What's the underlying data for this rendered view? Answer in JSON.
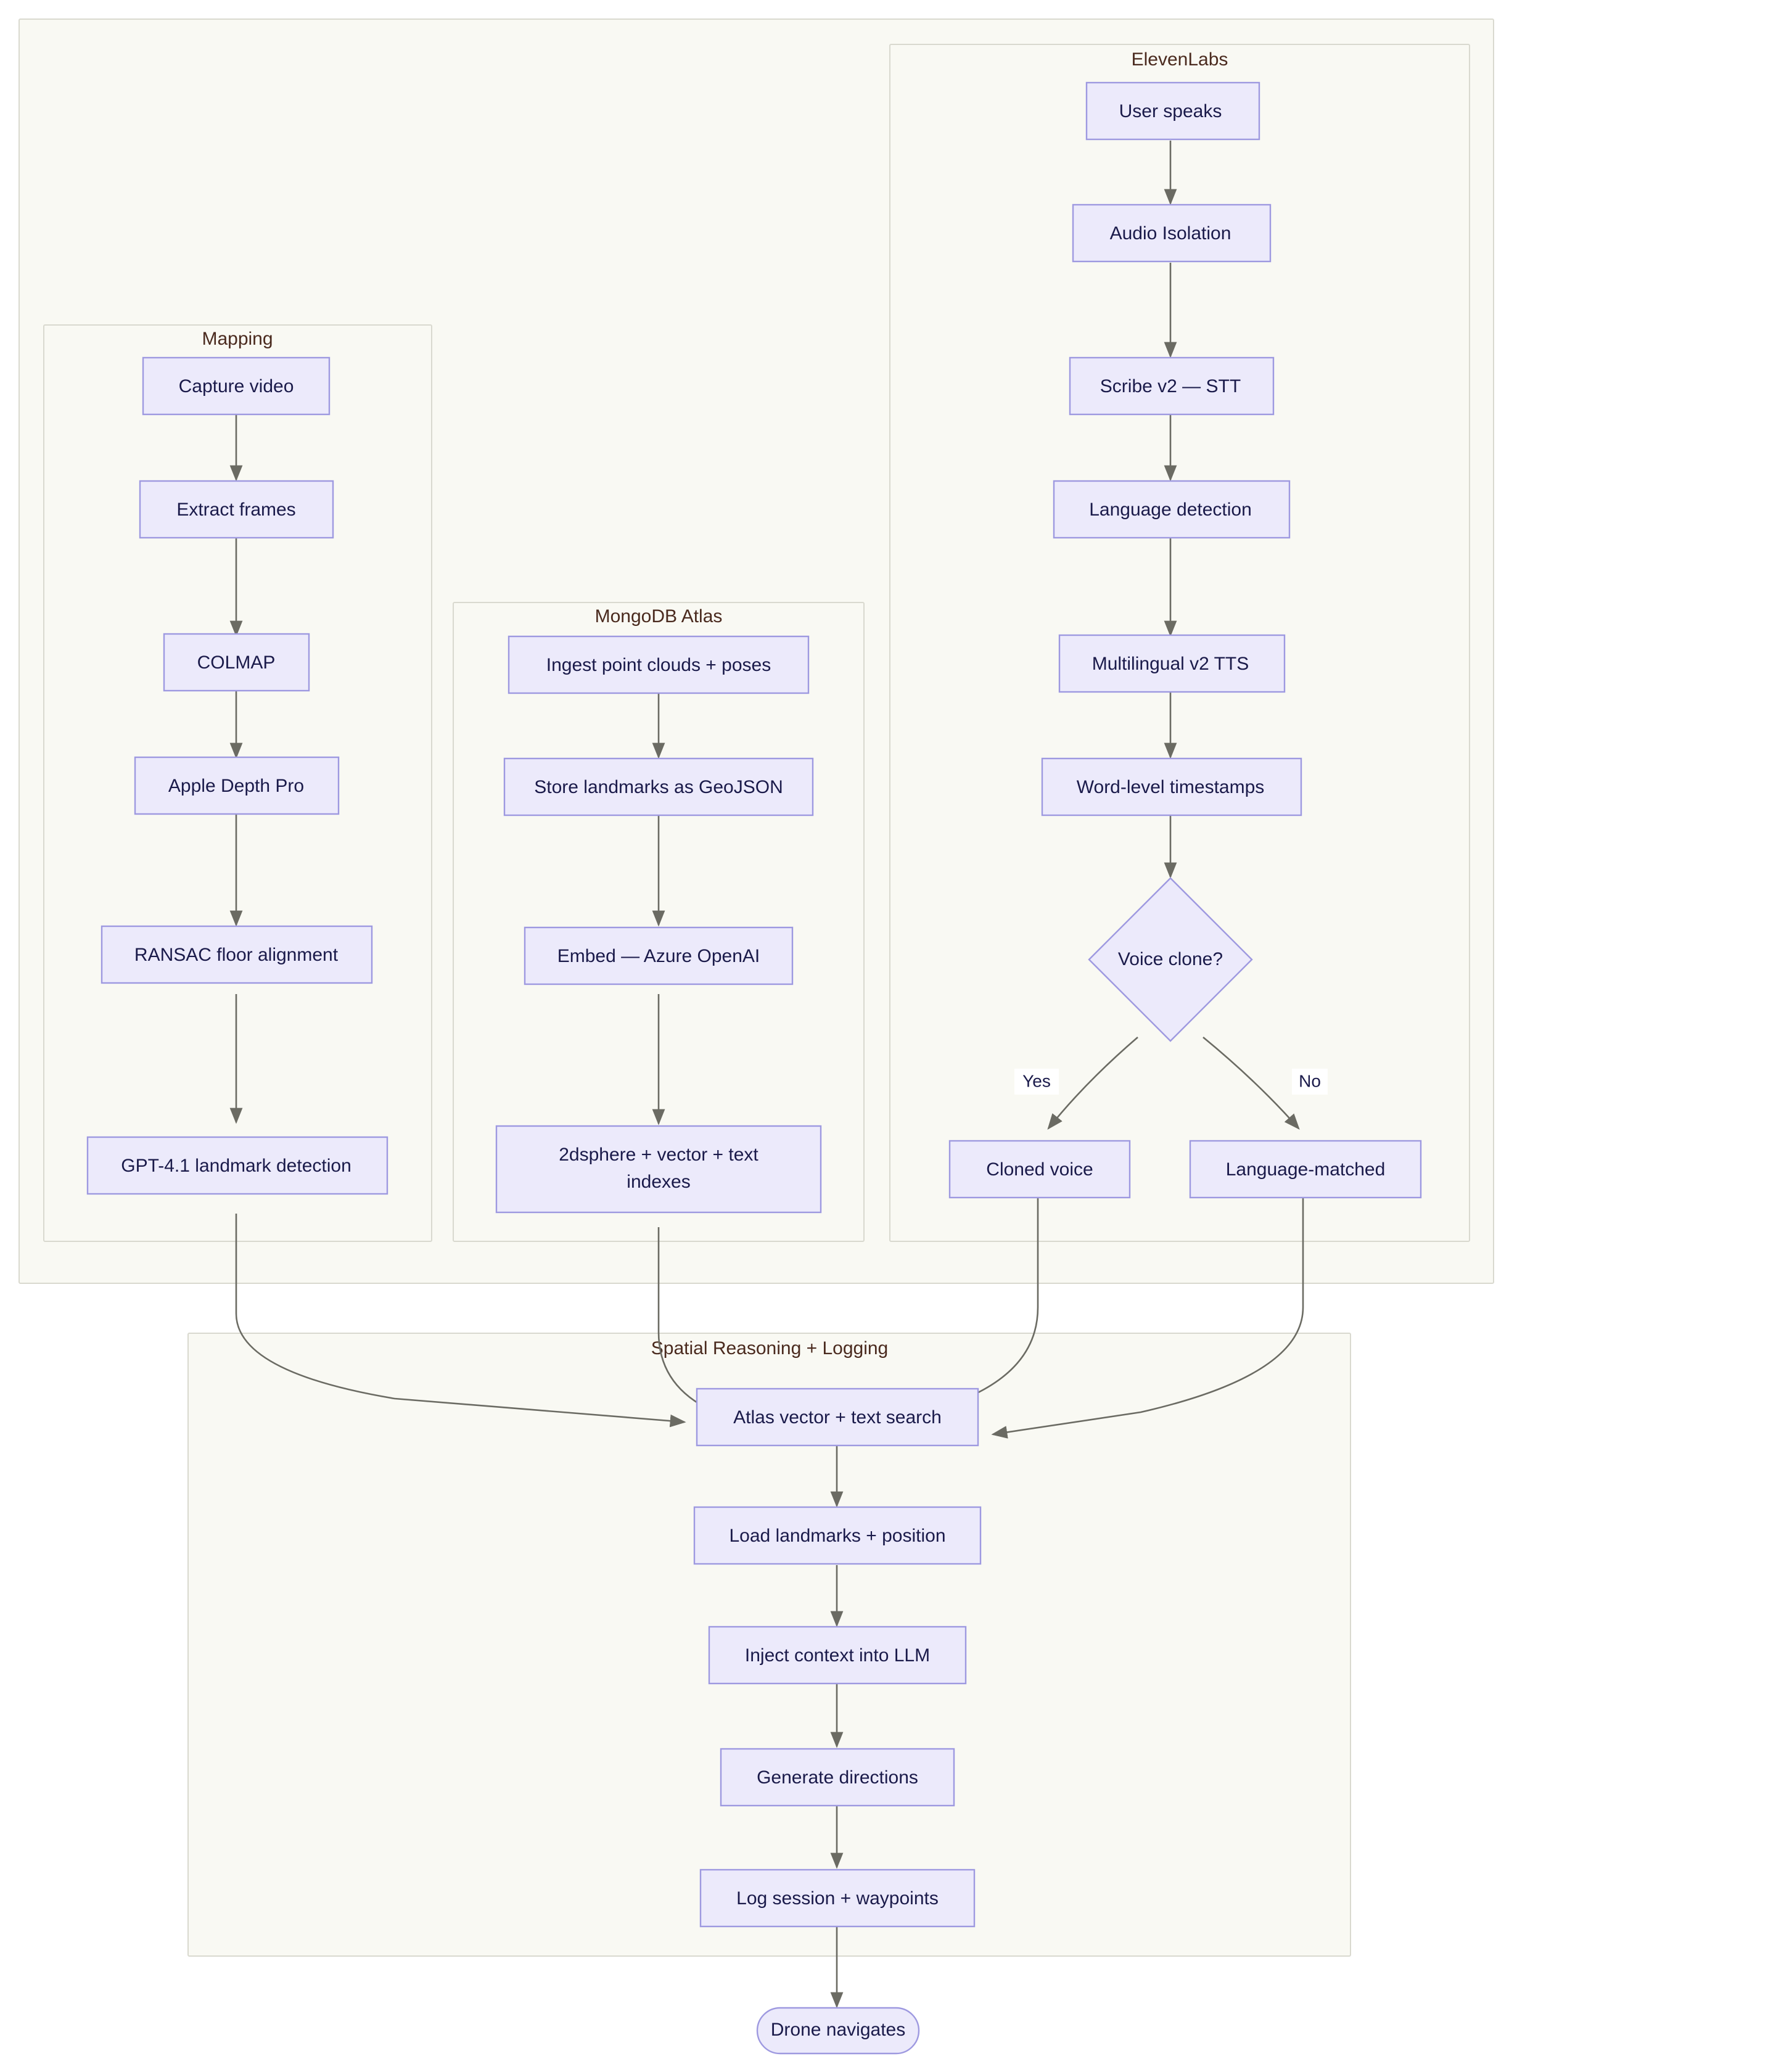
{
  "diagram": {
    "type": "flowchart",
    "direction": "top-to-bottom",
    "palette": {
      "node_fill": "#eceafb",
      "node_stroke": "#9e99e0",
      "node_text": "#1a1a4a",
      "cluster_fill": "#f9f9f3",
      "cluster_stroke": "#d9d9cf",
      "cluster_title": "#4a2a1e",
      "edge_stroke": "#6b6b63",
      "page_background": "#ffffff"
    },
    "clusters": [
      {
        "id": "outer",
        "label": ""
      },
      {
        "id": "mapping",
        "label": "Mapping"
      },
      {
        "id": "mongodb",
        "label": "MongoDB Atlas"
      },
      {
        "id": "elevenlabs",
        "label": "ElevenLabs"
      },
      {
        "id": "spatial",
        "label": "Spatial Reasoning + Logging"
      }
    ],
    "nodes": [
      {
        "id": "capture_video",
        "label": "Capture video",
        "shape": "rect",
        "cluster": "mapping"
      },
      {
        "id": "extract_frames",
        "label": "Extract frames",
        "shape": "rect",
        "cluster": "mapping"
      },
      {
        "id": "colmap",
        "label": "COLMAP",
        "shape": "rect",
        "cluster": "mapping"
      },
      {
        "id": "apple_depth_pro",
        "label": "Apple Depth Pro",
        "shape": "rect",
        "cluster": "mapping"
      },
      {
        "id": "ransac",
        "label": "RANSAC floor alignment",
        "shape": "rect",
        "cluster": "mapping"
      },
      {
        "id": "gpt41_landmark",
        "label": "GPT-4.1 landmark detection",
        "shape": "rect",
        "cluster": "mapping"
      },
      {
        "id": "ingest_point_clouds",
        "label": "Ingest point clouds + poses",
        "shape": "rect",
        "cluster": "mongodb"
      },
      {
        "id": "store_geojson",
        "label": "Store landmarks as GeoJSON",
        "shape": "rect",
        "cluster": "mongodb"
      },
      {
        "id": "embed_azure",
        "label": "Embed — Azure OpenAI",
        "shape": "rect",
        "cluster": "mongodb"
      },
      {
        "id": "indexes",
        "label": "2dsphere + vector + text indexes",
        "label_line1": "2dsphere + vector + text",
        "label_line2": "indexes",
        "shape": "rect",
        "cluster": "mongodb"
      },
      {
        "id": "user_speaks",
        "label": "User speaks",
        "shape": "rect",
        "cluster": "elevenlabs"
      },
      {
        "id": "audio_isolation",
        "label": "Audio Isolation",
        "shape": "rect",
        "cluster": "elevenlabs"
      },
      {
        "id": "scribe_stt",
        "label": "Scribe v2 — STT",
        "shape": "rect",
        "cluster": "elevenlabs"
      },
      {
        "id": "language_detection",
        "label": "Language detection",
        "shape": "rect",
        "cluster": "elevenlabs"
      },
      {
        "id": "multilingual_tts",
        "label": "Multilingual v2 TTS",
        "shape": "rect",
        "cluster": "elevenlabs"
      },
      {
        "id": "word_timestamps",
        "label": "Word-level timestamps",
        "shape": "rect",
        "cluster": "elevenlabs"
      },
      {
        "id": "voice_clone",
        "label": "Voice clone?",
        "shape": "diamond",
        "cluster": "elevenlabs"
      },
      {
        "id": "cloned_voice",
        "label": "Cloned voice",
        "shape": "rect",
        "cluster": "elevenlabs"
      },
      {
        "id": "language_matched",
        "label": "Language-matched",
        "shape": "rect",
        "cluster": "elevenlabs"
      },
      {
        "id": "atlas_search",
        "label": "Atlas vector + text search",
        "shape": "rect",
        "cluster": "spatial"
      },
      {
        "id": "load_landmarks",
        "label": "Load landmarks + position",
        "shape": "rect",
        "cluster": "spatial"
      },
      {
        "id": "inject_context",
        "label": "Inject context into LLM",
        "shape": "rect",
        "cluster": "spatial"
      },
      {
        "id": "generate_directions",
        "label": "Generate directions",
        "shape": "rect",
        "cluster": "spatial"
      },
      {
        "id": "log_session",
        "label": "Log session + waypoints",
        "shape": "rect",
        "cluster": "spatial"
      },
      {
        "id": "drone_navigates",
        "label": "Drone navigates",
        "shape": "stadium",
        "cluster": "none"
      }
    ],
    "edges": [
      {
        "from": "capture_video",
        "to": "extract_frames",
        "label": ""
      },
      {
        "from": "extract_frames",
        "to": "colmap",
        "label": ""
      },
      {
        "from": "colmap",
        "to": "apple_depth_pro",
        "label": ""
      },
      {
        "from": "apple_depth_pro",
        "to": "ransac",
        "label": ""
      },
      {
        "from": "ransac",
        "to": "gpt41_landmark",
        "label": ""
      },
      {
        "from": "gpt41_landmark",
        "to": "atlas_search",
        "label": ""
      },
      {
        "from": "ingest_point_clouds",
        "to": "store_geojson",
        "label": ""
      },
      {
        "from": "store_geojson",
        "to": "embed_azure",
        "label": ""
      },
      {
        "from": "embed_azure",
        "to": "indexes",
        "label": ""
      },
      {
        "from": "indexes",
        "to": "atlas_search",
        "label": ""
      },
      {
        "from": "user_speaks",
        "to": "audio_isolation",
        "label": ""
      },
      {
        "from": "audio_isolation",
        "to": "scribe_stt",
        "label": ""
      },
      {
        "from": "scribe_stt",
        "to": "language_detection",
        "label": ""
      },
      {
        "from": "language_detection",
        "to": "multilingual_tts",
        "label": ""
      },
      {
        "from": "multilingual_tts",
        "to": "word_timestamps",
        "label": ""
      },
      {
        "from": "word_timestamps",
        "to": "voice_clone",
        "label": ""
      },
      {
        "from": "voice_clone",
        "to": "cloned_voice",
        "label": "Yes"
      },
      {
        "from": "voice_clone",
        "to": "language_matched",
        "label": "No"
      },
      {
        "from": "cloned_voice",
        "to": "atlas_search",
        "label": ""
      },
      {
        "from": "language_matched",
        "to": "atlas_search",
        "label": ""
      },
      {
        "from": "atlas_search",
        "to": "load_landmarks",
        "label": ""
      },
      {
        "from": "load_landmarks",
        "to": "inject_context",
        "label": ""
      },
      {
        "from": "inject_context",
        "to": "generate_directions",
        "label": ""
      },
      {
        "from": "generate_directions",
        "to": "log_session",
        "label": ""
      },
      {
        "from": "log_session",
        "to": "drone_navigates",
        "label": ""
      }
    ],
    "edge_labels": {
      "yes": "Yes",
      "no": "No"
    }
  }
}
